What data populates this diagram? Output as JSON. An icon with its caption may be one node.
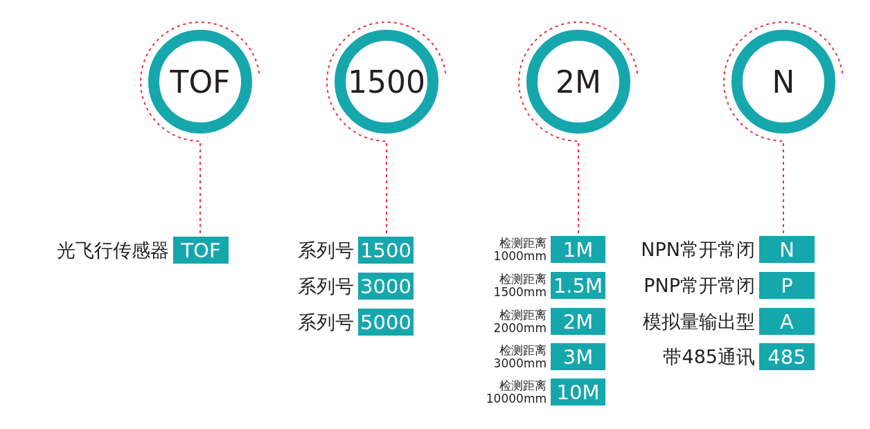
{
  "diagram": {
    "nodes": [
      {
        "text": [
          "TOF"
        ]
      },
      {
        "text": [
          "1500"
        ]
      },
      {
        "text": [
          "2M"
        ]
      },
      {
        "text": [
          "N"
        ]
      },
      {
        "text": [
          "TOF"
        ],
        "beside": [
          "光飞行传感器"
        ]
      },
      {
        "text": [
          "1500"
        ],
        "beside": [
          "系列号"
        ]
      },
      {
        "text": [
          "3000"
        ],
        "beside": [
          "系列号"
        ]
      },
      {
        "text": [
          "5000"
        ],
        "beside": [
          "系列号"
        ]
      },
      {
        "text": [
          "1M"
        ],
        "beside": [
          "检测距离",
          "1000mm"
        ]
      },
      {
        "text": [
          "1.5M"
        ],
        "beside": [
          "检测距离",
          "1500mm"
        ]
      },
      {
        "text": [
          "2M"
        ],
        "beside": [
          "检测距离",
          "2000mm"
        ]
      },
      {
        "text": [
          "3M"
        ],
        "beside": [
          "检测距离",
          "3000mm"
        ]
      },
      {
        "text": [
          "10M"
        ],
        "beside": [
          "检测距离",
          "10000mm"
        ]
      },
      {
        "text": [
          "N"
        ],
        "beside": [
          "NPN常开常闭"
        ]
      },
      {
        "text": [
          "P"
        ],
        "beside": [
          "PNP常开常闭"
        ]
      },
      {
        "text": [
          "A"
        ],
        "beside": [
          "模拟量输出型"
        ]
      },
      {
        "text": [
          "485"
        ],
        "beside": [
          "带485通讯"
        ]
      }
    ],
    "edges": [
      {
        "from": 0,
        "to": 4,
        "arrow": "none",
        "style": "dashed"
      },
      {
        "from": 1,
        "to": 5,
        "arrow": "none",
        "style": "dashed"
      },
      {
        "from": 2,
        "to": 8,
        "arrow": "none",
        "style": "dashed"
      },
      {
        "from": 3,
        "to": 13,
        "arrow": "none",
        "style": "dashed"
      }
    ]
  }
}
